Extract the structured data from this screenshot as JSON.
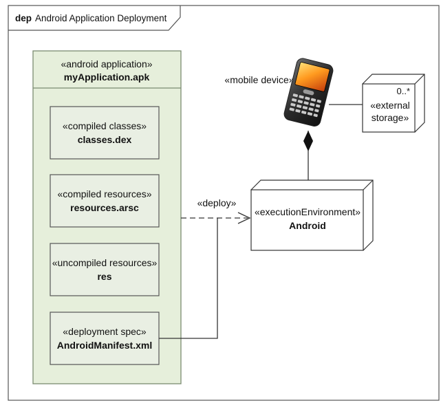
{
  "frame": {
    "keyword": "dep",
    "title": "Android Application Deployment"
  },
  "artifact": {
    "stereotype": "«android application»",
    "name": "myApplication.apk",
    "fill_color": "#e6efdb",
    "children": [
      {
        "stereotype": "«compiled classes»",
        "name": "classes.dex"
      },
      {
        "stereotype": "«compiled resources»",
        "name": "resources.arsc"
      },
      {
        "stereotype": "«uncompiled resources»",
        "name": "res"
      },
      {
        "stereotype": "«deployment spec»",
        "name": "AndroidManifest.xml"
      }
    ]
  },
  "device": {
    "stereotype": "«mobile device»",
    "icon": "mobile-phone-icon"
  },
  "execution_environment": {
    "stereotype": "«executionEnvironment»",
    "name": "Android"
  },
  "external_storage": {
    "multiplicity": "0..*",
    "stereotype_line1": "«external",
    "stereotype_line2": "storage»"
  },
  "deploy_label": "«deploy»"
}
